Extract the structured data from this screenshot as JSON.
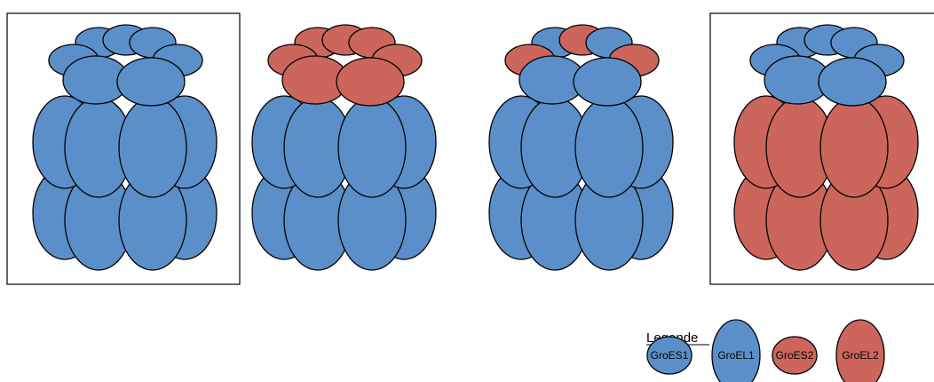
{
  "colors": {
    "blue": "#5b8fc9",
    "red": "#cc665c",
    "outline": "#000000",
    "frame": "#000000",
    "background": "#ffffff"
  },
  "diagram": {
    "complexes": [
      {
        "id": "complex-1",
        "framed": true,
        "cap": [
          "blue",
          "blue",
          "blue",
          "blue",
          "blue",
          "blue",
          "blue"
        ],
        "barrel": "blue"
      },
      {
        "id": "complex-2",
        "framed": false,
        "cap": [
          "red",
          "red",
          "red",
          "red",
          "red",
          "red",
          "red"
        ],
        "barrel": "blue"
      },
      {
        "id": "complex-3",
        "framed": false,
        "cap": [
          "blue",
          "red",
          "blue",
          "red",
          "red",
          "blue",
          "blue"
        ],
        "barrel": "blue"
      },
      {
        "id": "complex-4",
        "framed": true,
        "cap": [
          "blue",
          "blue",
          "blue",
          "blue",
          "blue",
          "blue",
          "blue"
        ],
        "barrel": "red"
      }
    ]
  },
  "legend": {
    "title": "Legende",
    "items": [
      {
        "label": "GroES1",
        "color": "blue",
        "shape": "cap-subunit"
      },
      {
        "label": "GroEL1",
        "color": "blue",
        "shape": "barrel-subunit"
      },
      {
        "label": "GroES2",
        "color": "red",
        "shape": "cap-subunit"
      },
      {
        "label": "GroEL2",
        "color": "red",
        "shape": "barrel-subunit"
      }
    ]
  }
}
